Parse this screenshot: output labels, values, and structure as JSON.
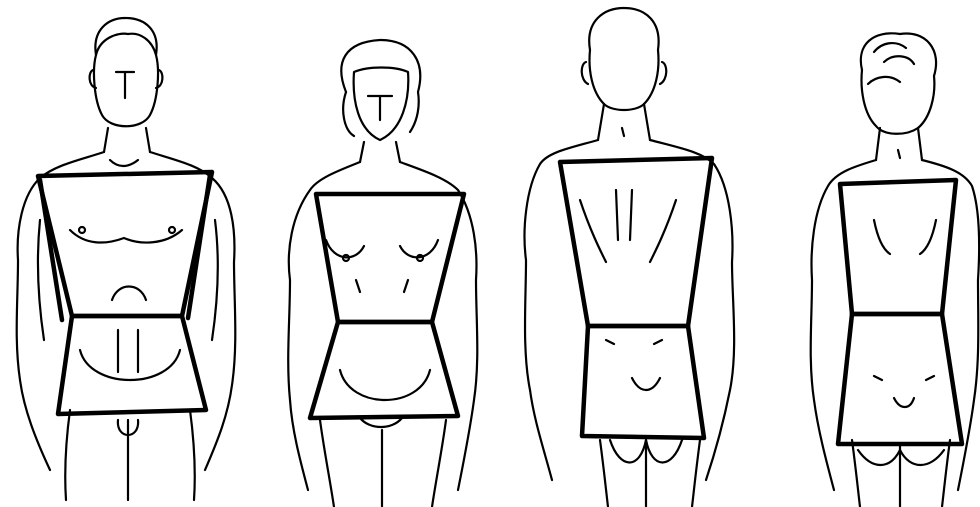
{
  "diagram": {
    "figures": [
      {
        "id": "male-front",
        "view": "front"
      },
      {
        "id": "female-front",
        "view": "front"
      },
      {
        "id": "male-back",
        "view": "back"
      },
      {
        "id": "female-back",
        "view": "back"
      }
    ],
    "ink_color": "#000000",
    "background_color": "#ffffff"
  }
}
